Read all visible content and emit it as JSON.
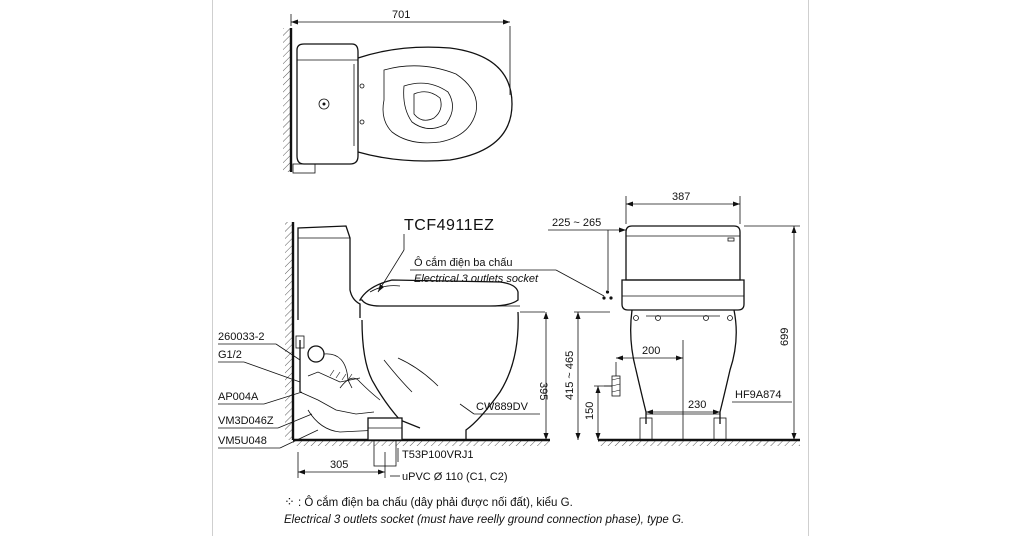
{
  "model": "TCF4911EZ",
  "top_view": {
    "width_dim": "701"
  },
  "side_view": {
    "socket_label_vi": "Ô cắm điện ba chấu",
    "socket_label_en": "Electrical 3 outlets socket",
    "parts": [
      "260033-2",
      "G1/2",
      "AP004A",
      "VM3D046Z",
      "VM5U048"
    ],
    "seat_part": "CW889DV",
    "height_dim": "395",
    "rough_in_dim": "305",
    "flange_part": "T53P100VRJ1",
    "pipe_label": "uPVC Ø 110 (C1, C2)"
  },
  "front_view": {
    "width_dim": "387",
    "socket_offset": "225 ~ 265",
    "socket_height": "415 ~ 465",
    "supply_height": "150",
    "dim_200": "200",
    "dim_230": "230",
    "total_height": "699",
    "valve_part": "HF9A874"
  },
  "footnote": {
    "symbol": "⁘",
    "line_vi": ": Ô cắm điện ba chấu (dây phải được nối đất), kiểu G.",
    "line_en": "Electrical 3 outlets socket (must have reelly ground connection phase), type G."
  }
}
